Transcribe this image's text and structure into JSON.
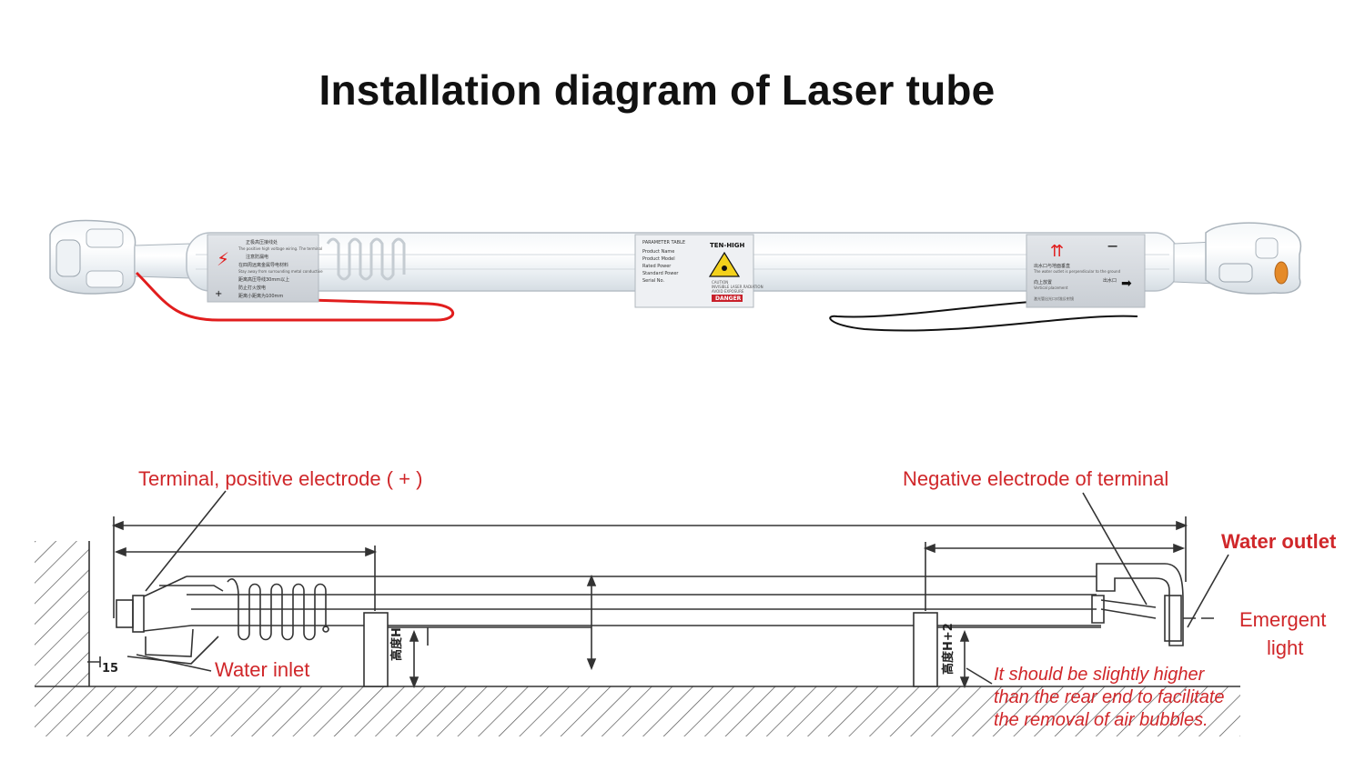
{
  "title": "Installation diagram of Laser tube",
  "photo": {
    "label_left": {
      "lines": [
        "正极高压接线处",
        "The positive high voltage wiring. The terminal",
        "注意防漏电",
        "在四周远离金属导电材料",
        "Stay away from surrounding metal conductive",
        "距离高压导线30mm以上",
        "防止打火放电",
        "距离小距离为100mm"
      ],
      "marks": [
        "⚡",
        "+"
      ]
    },
    "label_center": {
      "header": "PARAMETER TABLE",
      "brand": "TEN-HIGH",
      "rows": [
        "Product Name",
        "Product Model",
        "Rated Power",
        "Standard Power",
        "Serial No."
      ],
      "warning": "DANGER",
      "caution_lines": [
        "CAUTION",
        "INVISIBLE LASER RADIATION",
        "AVOID EXPOSURE"
      ]
    },
    "label_right": {
      "lines": [
        "出水口与地面垂直",
        "The water outlet is perpendicular to the ground",
        "向上放置",
        "Vertical placement",
        "激光管出光口对准反射镜"
      ],
      "side_text": "出水口",
      "marks": [
        "⇈",
        "−",
        "➡"
      ]
    }
  },
  "diagram": {
    "label_positive": "Terminal, positive electrode ( + )",
    "label_negative": "Negative electrode of terminal",
    "label_water_outlet": "Water outlet",
    "label_emergent": [
      "Emergent",
      "light"
    ],
    "label_water_inlet": "Water inlet",
    "label_note": [
      "It should be slightly higher",
      "than the rear end to facilitate",
      "the removal of air bubbles."
    ],
    "dim_15": "15",
    "dim_h": "高度H",
    "dim_h2": "高度H+2"
  },
  "colors": {
    "label_red": "#d0272a",
    "line": "#333333",
    "wire_red": "#e11d1d",
    "wire_black": "#111111"
  }
}
